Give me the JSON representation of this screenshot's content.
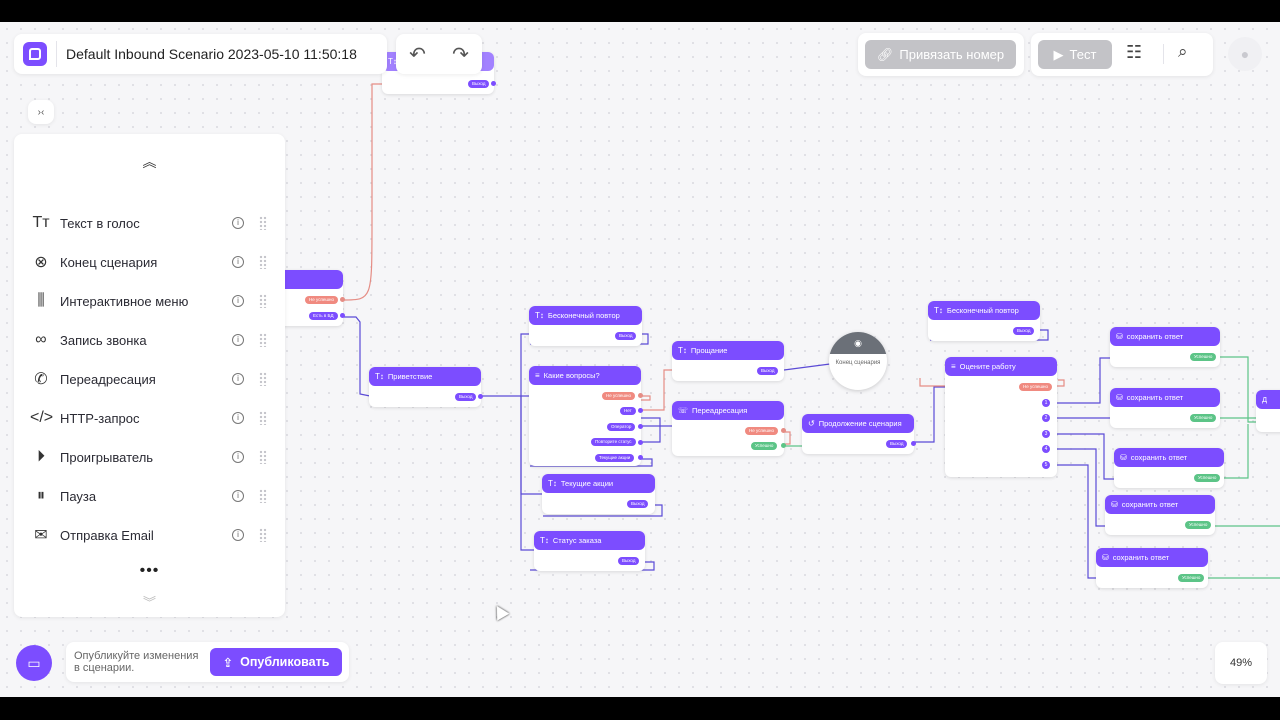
{
  "app": {
    "title": "Default Inbound Scenario 2023-05-10 11:50:18",
    "brand_color": "#7c4dff"
  },
  "toolbar": {
    "undo_icon": "undo-icon",
    "redo_icon": "redo-icon",
    "bind_number_label": "Привязать номер",
    "test_label": "Тест",
    "settings_icon": "sliders-icon",
    "search_icon": "search-icon",
    "avatar_icon": "user-icon"
  },
  "side_panel": {
    "collapse_icon": "collapse-icon",
    "items": [
      {
        "label": "Текст в голос",
        "icon": "text-to-speech-icon"
      },
      {
        "label": "Конец сценария",
        "icon": "end-scenario-icon"
      },
      {
        "label": "Интерактивное меню",
        "icon": "menu-icon"
      },
      {
        "label": "Запись звонка",
        "icon": "voicemail-icon"
      },
      {
        "label": "Переадресация",
        "icon": "forward-call-icon"
      },
      {
        "label": "HTTP-запрос",
        "icon": "code-icon"
      },
      {
        "label": "Проигрыватель",
        "icon": "play-icon"
      },
      {
        "label": "Пауза",
        "icon": "pause-icon"
      },
      {
        "label": "Отправка Email",
        "icon": "email-icon"
      }
    ],
    "more": "•••"
  },
  "canvas": {
    "nodes": {
      "top_cut": {
        "title": "",
        "out": "Выход"
      },
      "left_cut": {
        "fail": "Не успешно",
        "db": "Есть в БД"
      },
      "greeting": {
        "title": "Приветствие",
        "out": "Выход"
      },
      "loop1": {
        "title": "Бесконечный повтор",
        "out": "Выход"
      },
      "questions": {
        "title": "Какие вопросы?",
        "fail": "Не успешно",
        "opt1": "Нет",
        "opt2": "Оператор",
        "opt3": "Повторите статус",
        "opt4": "Текущие акции"
      },
      "promo": {
        "title": "Текущие акции",
        "out": "Выход"
      },
      "order": {
        "title": "Статус заказа",
        "out": "Выход"
      },
      "bye": {
        "title": "Прощание",
        "out": "Выход"
      },
      "forward": {
        "title": "Переадресация",
        "fail": "Не успешно",
        "ok": "Успешно"
      },
      "end": {
        "title": "Конец сценария"
      },
      "continue": {
        "title": "Продолжение сценария",
        "out": "Выход"
      },
      "loop2": {
        "title": "Бесконечный повтор",
        "out": "Выход"
      },
      "rate": {
        "title": "Оцените работу",
        "fail": "Не успешно",
        "n1": "1",
        "n2": "2",
        "n3": "3",
        "n4": "4",
        "n5": "5"
      },
      "save1": {
        "title": "сохранить ответ",
        "ok": "Успешно"
      },
      "save2": {
        "title": "сохранить ответ",
        "ok": "Успешно"
      },
      "save3": {
        "title": "сохранить ответ",
        "ok": "Успешно"
      },
      "save4": {
        "title": "сохранить ответ",
        "ok": "Успешно"
      },
      "save5": {
        "title": "сохранить ответ",
        "ok": "Успешно"
      },
      "right_cut": {
        "title": "Д"
      }
    }
  },
  "bottom": {
    "publish_note": "Опубликуйте изменения в сценарии.",
    "publish_label": "Опубликовать",
    "zoom": "49%"
  }
}
